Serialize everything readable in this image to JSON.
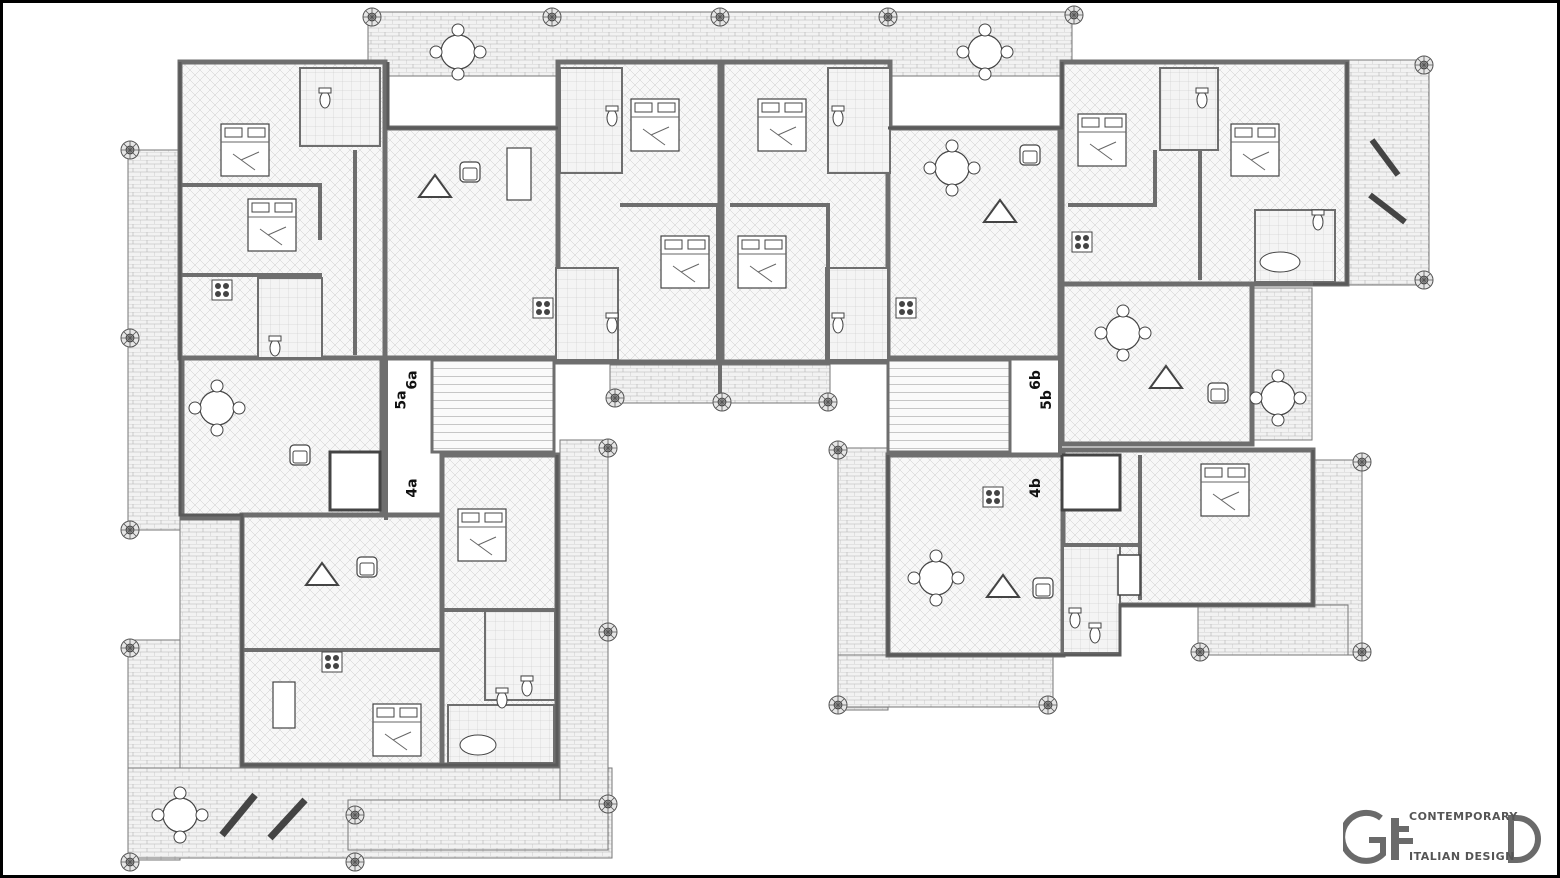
{
  "plan": {
    "colors": {
      "background": "#ffffff",
      "frame": "#000000",
      "wall": "#6e6e6e",
      "floor_hatch": "#9a9a9a",
      "terrace": "#a9a9a9",
      "furniture": "#444444"
    },
    "unit_labels": {
      "u5a": "5a",
      "u6a": "6a",
      "u4a": "4a",
      "u6b": "6b",
      "u5b": "5b",
      "u4b": "4b"
    }
  },
  "logo": {
    "line1": "CONTEMPORARY",
    "line2": "ITALIAN DESIGN",
    "mark_color": "#6a6a6a"
  }
}
